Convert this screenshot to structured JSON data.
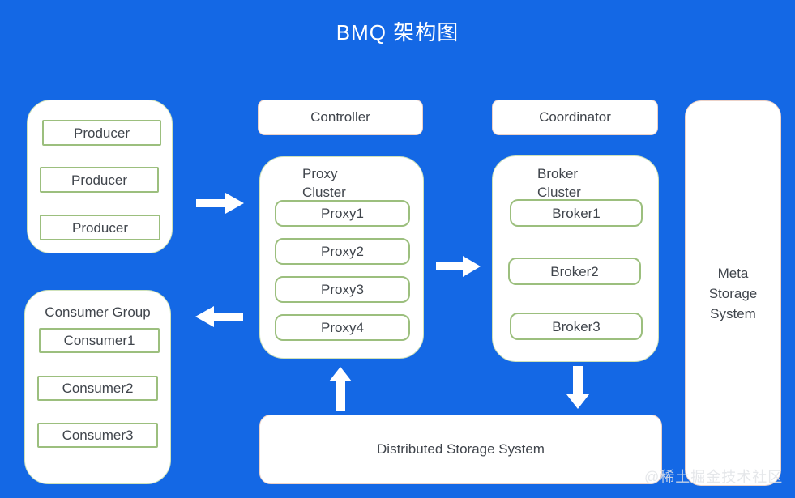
{
  "title": "BMQ 架构图",
  "watermark": "@稀土掘金技术社区",
  "diagram": {
    "producer_group": {
      "items": [
        "Producer",
        "Producer",
        "Producer"
      ]
    },
    "consumer_group": {
      "label": "Consumer Group",
      "items": [
        "Consumer1",
        "Consumer2",
        "Consumer3"
      ]
    },
    "controller": {
      "label": "Controller"
    },
    "proxy_cluster": {
      "label": "Proxy Cluster",
      "items": [
        "Proxy1",
        "Proxy2",
        "Proxy3",
        "Proxy4"
      ]
    },
    "coordinator": {
      "label": "Coordinator"
    },
    "broker_cluster": {
      "label": "Broker Cluster",
      "items": [
        "Broker1",
        "Broker2",
        "Broker3"
      ]
    },
    "meta_storage": {
      "label": "Meta Storage System"
    },
    "distributed_storage": {
      "label": "Distributed Storage System"
    },
    "arrows": [
      {
        "name": "producer-to-proxy",
        "direction": "right"
      },
      {
        "name": "proxy-to-consumer-group",
        "direction": "left"
      },
      {
        "name": "proxy-to-broker",
        "direction": "right"
      },
      {
        "name": "distributed-storage-to-proxy",
        "direction": "up"
      },
      {
        "name": "broker-to-distributed-storage",
        "direction": "down"
      }
    ],
    "colors": {
      "background": "#1468e5",
      "node_border": "#9cbf7e",
      "node_text": "#40454c",
      "box_fill": "#ffffff"
    }
  }
}
